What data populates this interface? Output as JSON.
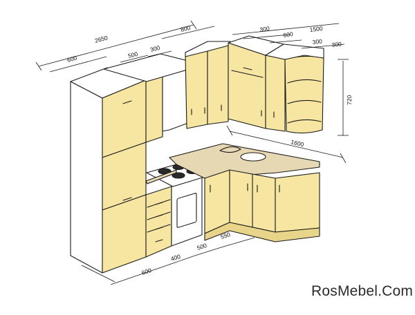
{
  "colors": {
    "facade": "#f6e6a2",
    "facade_dark": "#e9d58a",
    "carcass_side": "#ffffff",
    "countertop": "#e7d8b4",
    "appliance": "#ffffff",
    "line": "#1a1a1a"
  },
  "dimensions": {
    "top_total": "2650",
    "top_600": "600",
    "top_800": "800",
    "top_500": "500",
    "top_300_left": "300",
    "right_300_a": "300",
    "right_600": "600",
    "right_1500": "1500",
    "right_300_b": "300",
    "right_300_c": "300",
    "height_720": "720",
    "counter_1600": "1600",
    "bottom_600": "600",
    "bottom_400": "400",
    "bottom_500": "500",
    "bottom_550": "550"
  },
  "brand": {
    "text": "RosMebel.Com"
  }
}
